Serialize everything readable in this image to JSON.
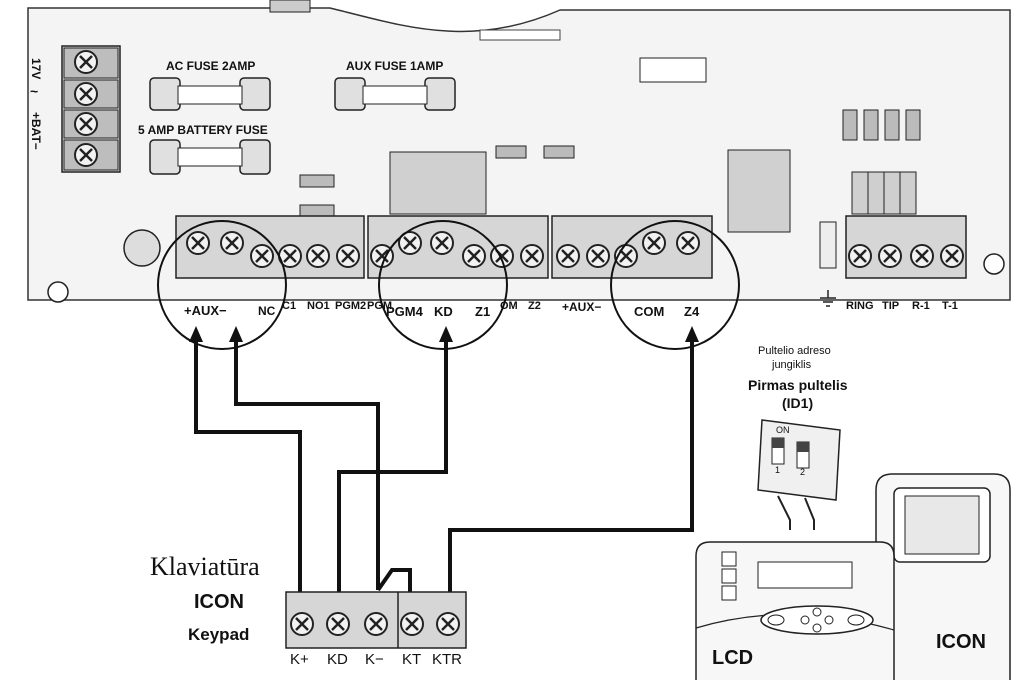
{
  "board": {
    "supply_label": "17V",
    "ac_symbol": "~",
    "battery_label": "+BAT−",
    "ac_fuse": "AC FUSE 2AMP",
    "aux_fuse": "AUX FUSE 1AMP",
    "battery_fuse": "5  AMP BATTERY FUSE",
    "terminals": {
      "aux_plus_minus": "+AUX−",
      "no_partial": "NC",
      "c1": "C1",
      "no1": "NO1",
      "pgm2": "PGM2",
      "pgm_partial": "PGM",
      "pgm4": "PGM4",
      "kd": "KD",
      "z1": "Z1",
      "com_partial": "OM",
      "z2": "Z2",
      "aux_second": "+AUX−",
      "com": "COM",
      "z4": "Z4",
      "ring": "RING",
      "tip": "TIP",
      "r1": "R-1",
      "t1": "T-1"
    }
  },
  "dip_switch": {
    "caption_line1": "Pultelio adreso",
    "caption_line2": "jungiklis",
    "title": "Pirmas pultelis",
    "id": "(ID1)",
    "on_label": "ON",
    "switch1": "1",
    "switch2": "2"
  },
  "keypad": {
    "name_lt": "Klaviatūra",
    "model": "ICON",
    "name_en": "Keypad",
    "terminals": [
      "K+",
      "KD",
      "K−",
      "KT",
      "KTR"
    ]
  },
  "devices": {
    "lcd_label": "LCD",
    "icon_label": "ICON"
  }
}
